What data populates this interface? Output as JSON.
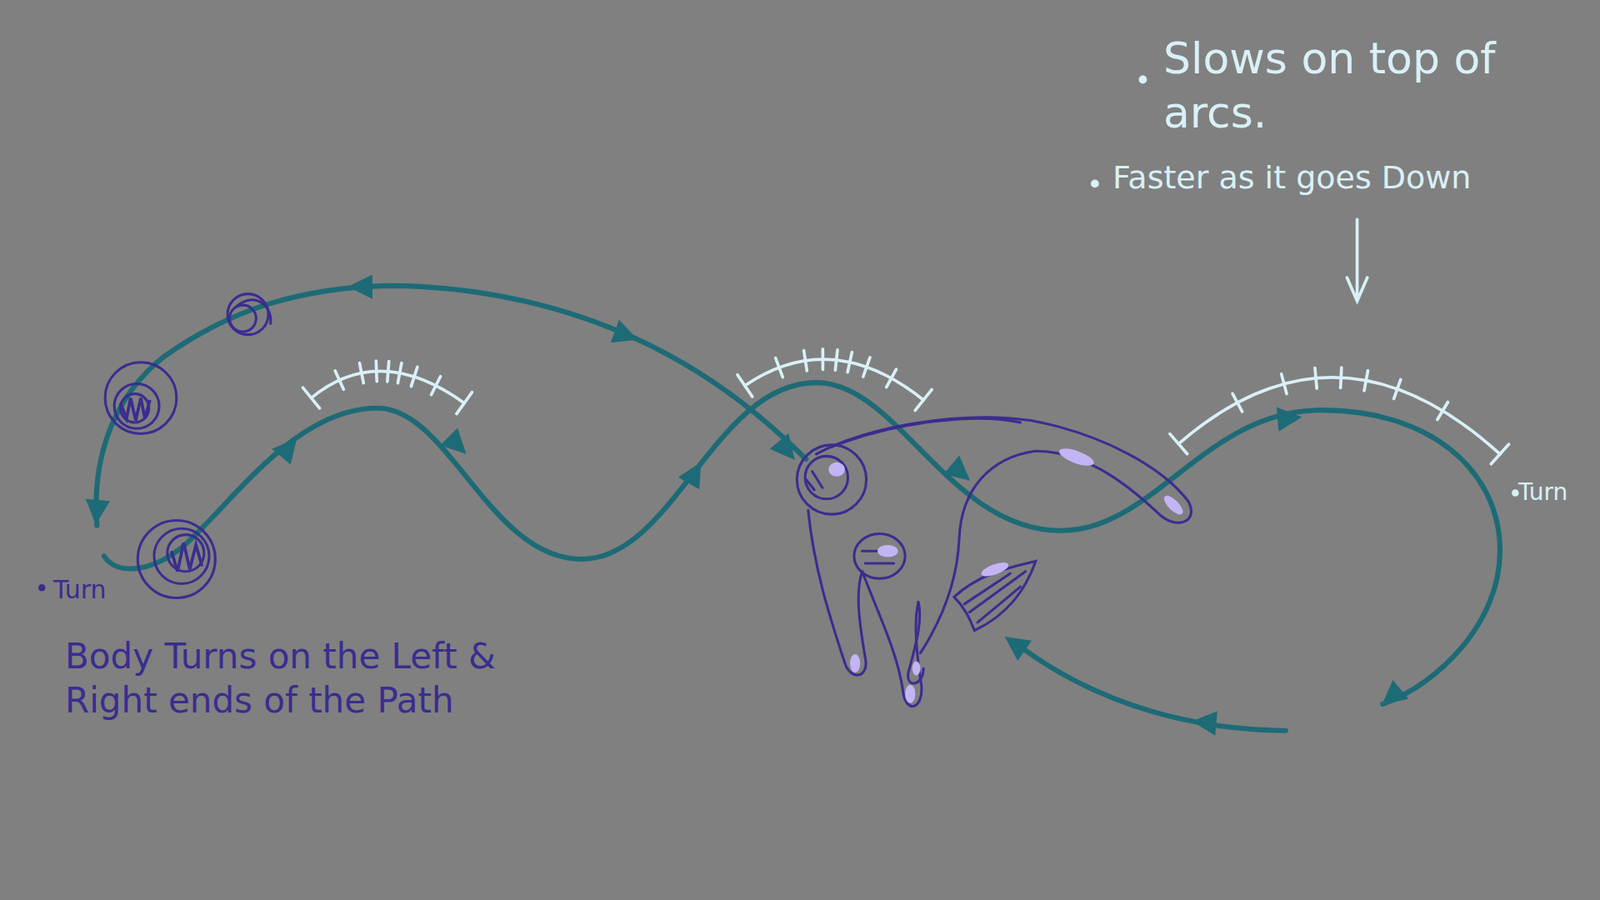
{
  "diagram": {
    "labels": [
      "Slows on top of arcs.",
      "Faster as it goes Down",
      "Turn",
      "Turn",
      "Body Turns on the Left & Right ends of the Path"
    ]
  }
}
